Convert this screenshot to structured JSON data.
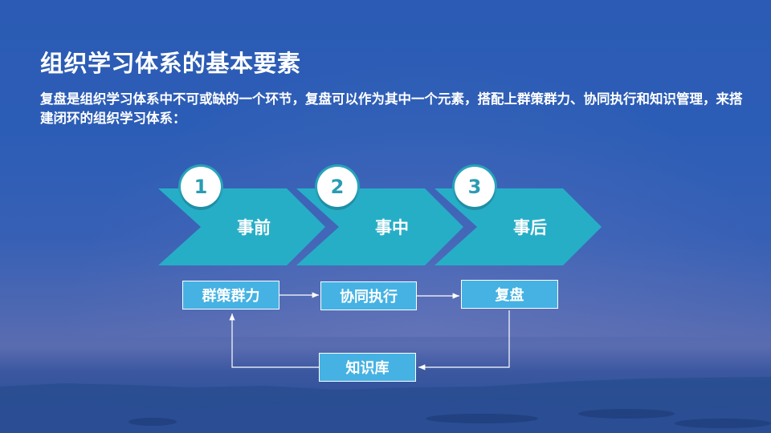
{
  "slide": {
    "title": "组织学习体系的基本要素",
    "description": "复盘是组织学习体系中不可或缺的一个环节，复盘可以作为其中一个元素，搭配上群策群力、协同执行和知识管理，来搭建闭环的组织学习体系："
  },
  "stages": [
    {
      "number": "1",
      "label": "事前"
    },
    {
      "number": "2",
      "label": "事中"
    },
    {
      "number": "3",
      "label": "事后"
    }
  ],
  "flow": {
    "boxes": [
      {
        "label": "群策群力"
      },
      {
        "label": "协同执行"
      },
      {
        "label": "复盘"
      },
      {
        "label": "知识库"
      }
    ]
  },
  "colors": {
    "background": "#2c5db6",
    "chevron": "#27aec7",
    "box": "#45b2e3",
    "badge_text": "#2b9bb3"
  }
}
